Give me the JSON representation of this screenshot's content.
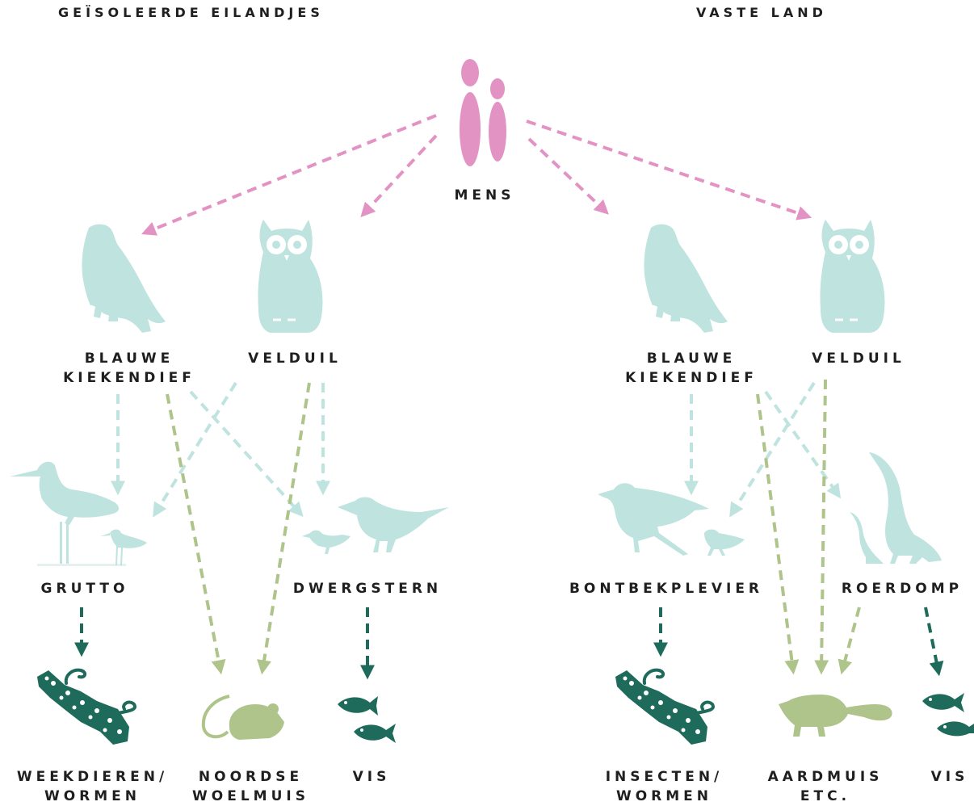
{
  "headings": {
    "left": "GEÏSOLEERDE EILANDJES",
    "right": "VASTE LAND"
  },
  "nodes": {
    "mens": "MENS",
    "left": {
      "kiekendief_line1": "BLAUWE",
      "kiekendief_line2": "KIEKENDIEF",
      "velduil": "VELDUIL",
      "grutto": "GRUTTO",
      "dwergstern": "DWERGSTERN",
      "weekdieren_line1": "WEEKDIEREN/",
      "weekdieren_line2": "WORMEN",
      "woelmuis_line1": "NOORDSE",
      "woelmuis_line2": "WOELMUIS",
      "vis": "VIS"
    },
    "right": {
      "kiekendief_line1": "BLAUWE",
      "kiekendief_line2": "KIEKENDIEF",
      "velduil": "VELDUIL",
      "bontbekplevier": "BONTBEKPLEVIER",
      "roerdomp": "ROERDOMP",
      "insecten_line1": "INSECTEN/",
      "insecten_line2": "WORMEN",
      "aardmuis_line1": "AARDMUIS",
      "aardmuis_line2": "ETC.",
      "vis": "VIS"
    }
  },
  "colors": {
    "human": "#e393c3",
    "predator": "#bfe3df",
    "mammal": "#aec48a",
    "prey": "#1e6b5b",
    "text": "#1f1f1f"
  },
  "icons": {
    "human": "people-icon",
    "hawk": "hawk-icon",
    "owl": "owl-icon",
    "godwit": "godwit-icon",
    "tern": "tern-icon",
    "plover": "plover-icon",
    "bittern": "bittern-icon",
    "worms": "worms-icon",
    "mouse": "mouse-icon",
    "fish": "fish-icon"
  }
}
